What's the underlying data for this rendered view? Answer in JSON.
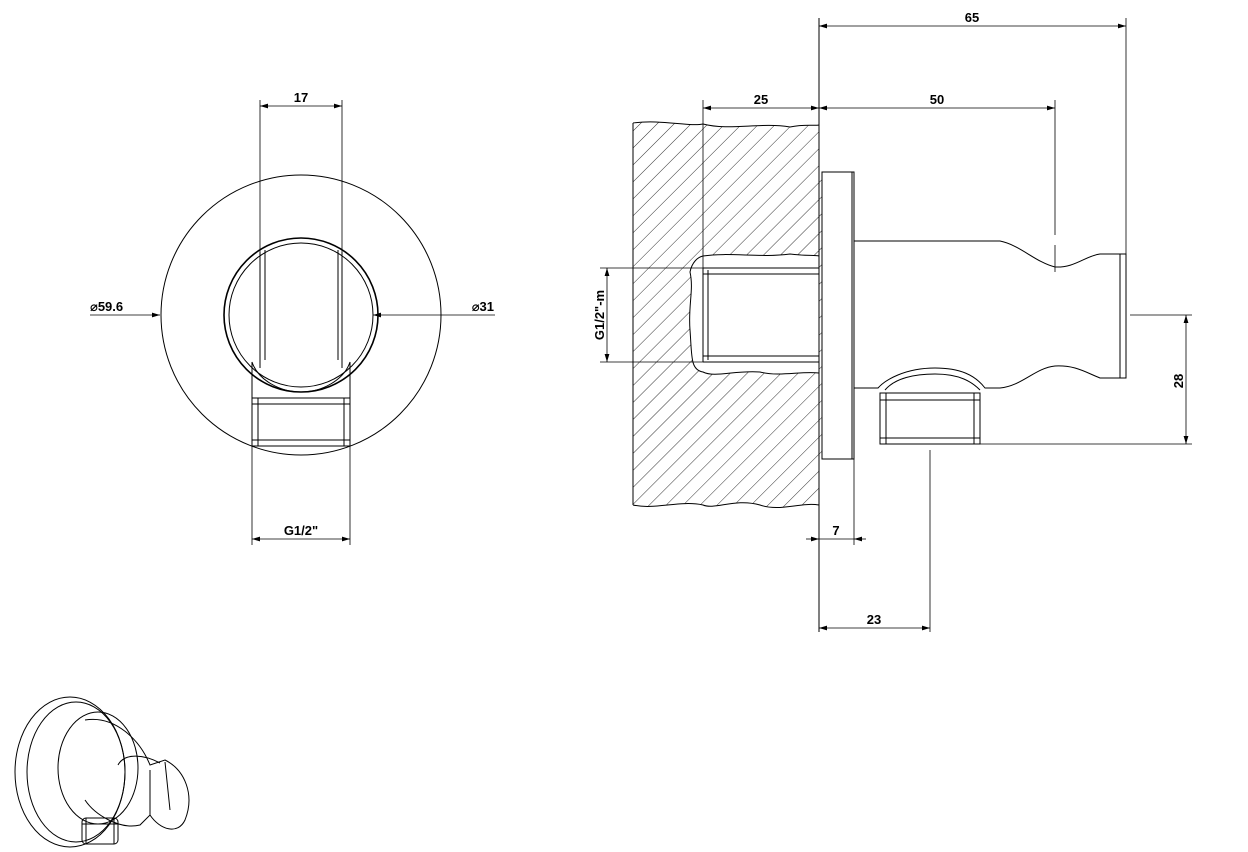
{
  "front_view": {
    "dim_top": "17",
    "dim_left": "⌀59.6",
    "dim_right": "⌀31",
    "dim_bottom": "G1/2\""
  },
  "side_view": {
    "dim_total": "65",
    "dim_wall": "25",
    "dim_body": "50",
    "dim_thread": "G1/2\"-m",
    "dim_height": "28",
    "dim_flange": "7",
    "dim_outlet": "23"
  }
}
